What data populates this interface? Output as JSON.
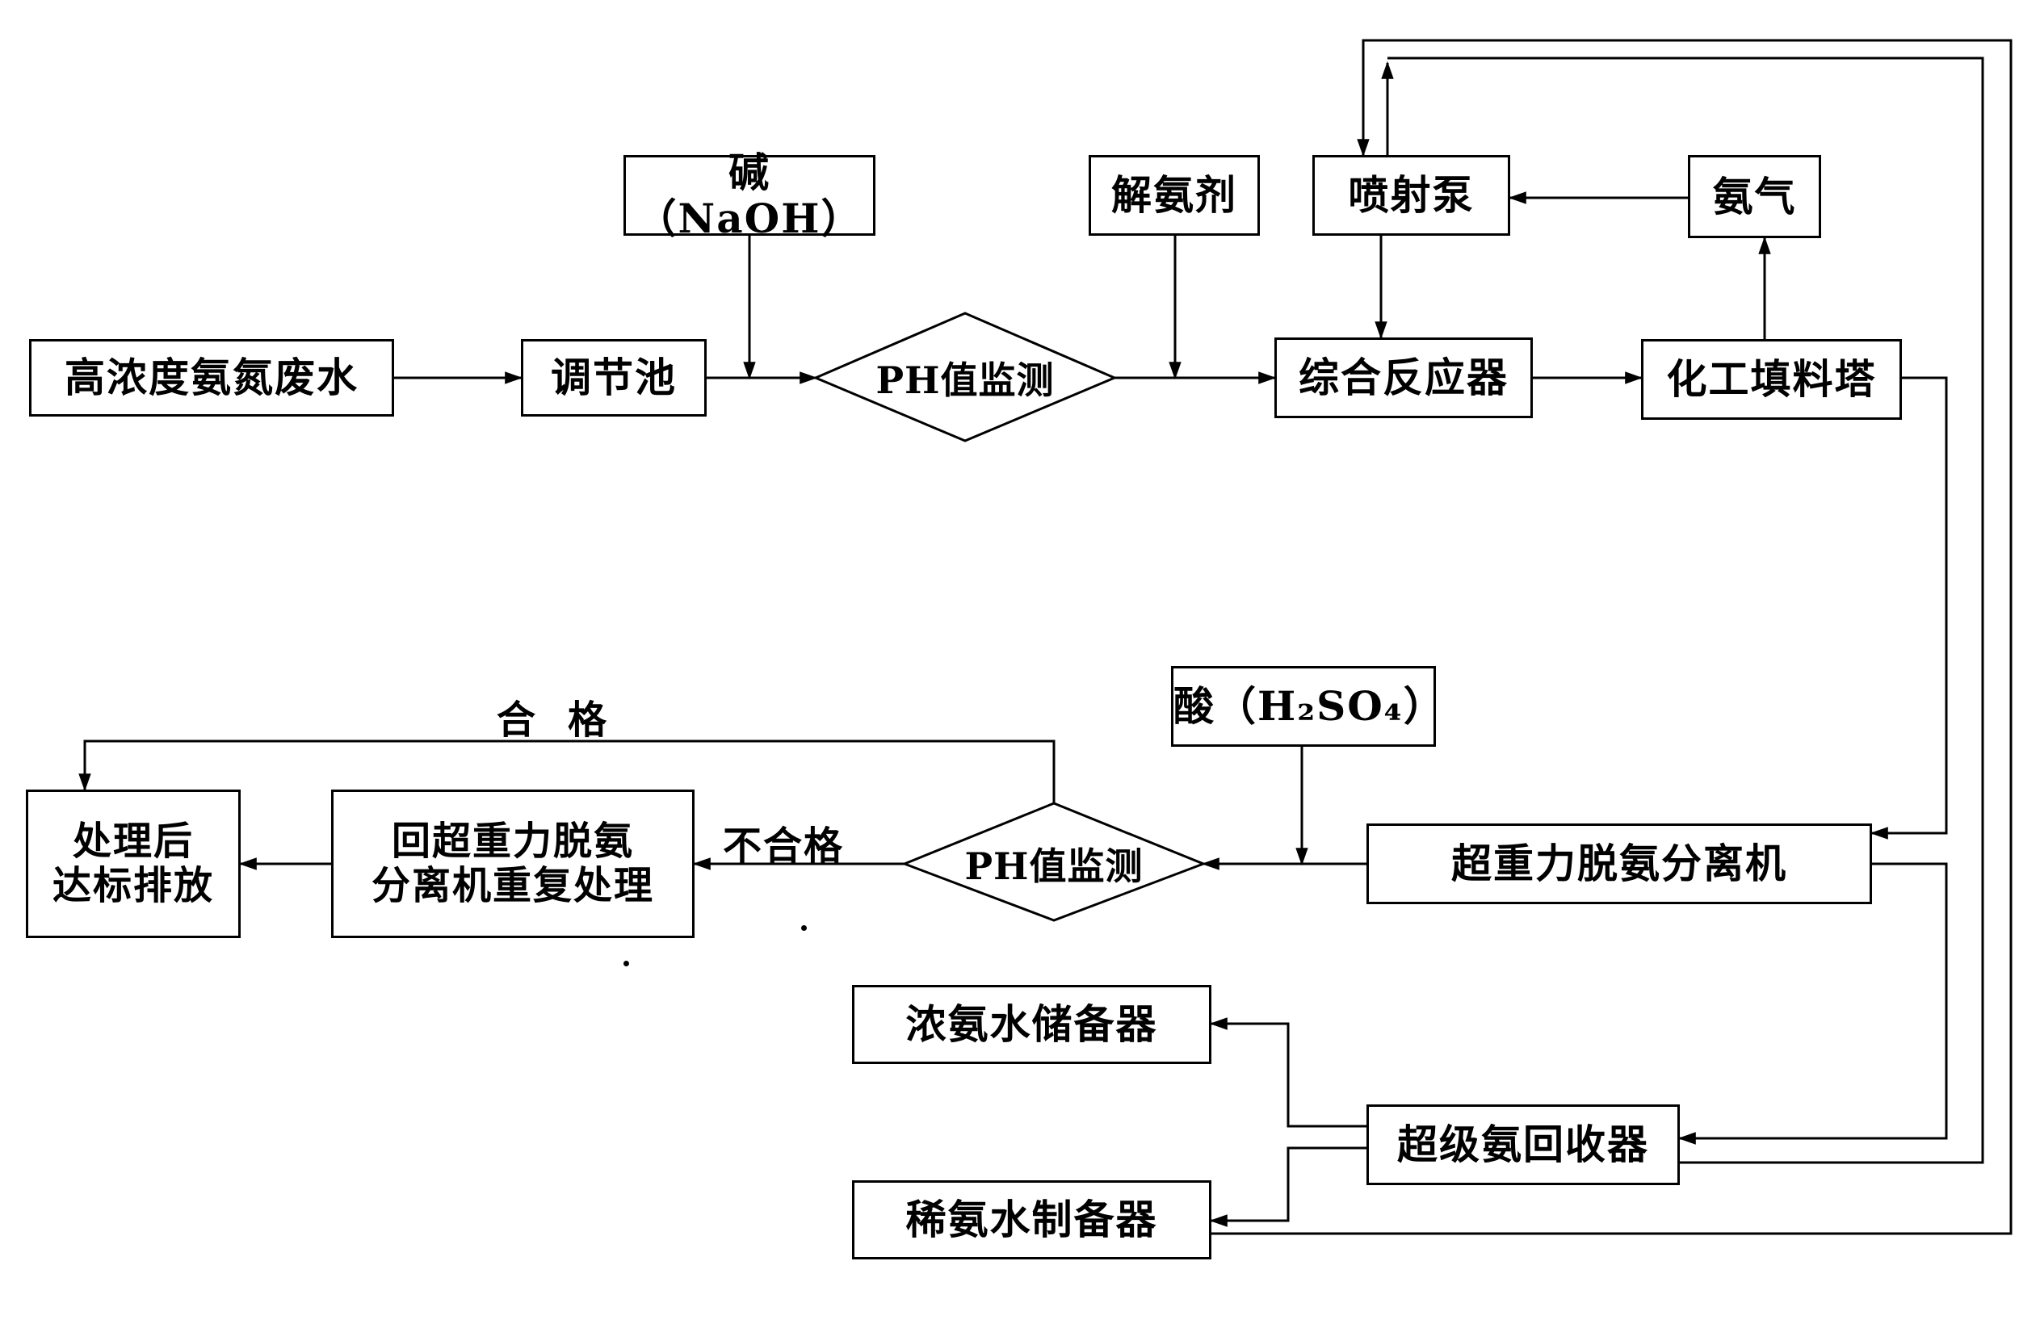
{
  "nodes": {
    "wastewater": "高浓度氨氮废水",
    "regulating_tank": "调节池",
    "alkali": "碱（NaOH）",
    "ph_monitor_1": "PH值监测",
    "deamination_agent": "解氨剂",
    "ejector_pump": "喷射泵",
    "ammonia_gas": "氨气",
    "reactor": "综合反应器",
    "packed_tower": "化工填料塔",
    "acid": "酸（H₂SO₄）",
    "ph_monitor_2": "PH值监测",
    "hypergravity_separator": "超重力脱氨分离机",
    "repeat_treatment_line1": "回超重力脱氨",
    "repeat_treatment_line2": "分离机重复处理",
    "discharge_line1": "处理后",
    "discharge_line2": "达标排放",
    "concentrated_storage": "浓氨水储备器",
    "recovery": "超级氨回收器",
    "dilute_maker": "稀氨水制备器"
  },
  "labels": {
    "qualified": "合格",
    "unqualified": "不合格"
  }
}
